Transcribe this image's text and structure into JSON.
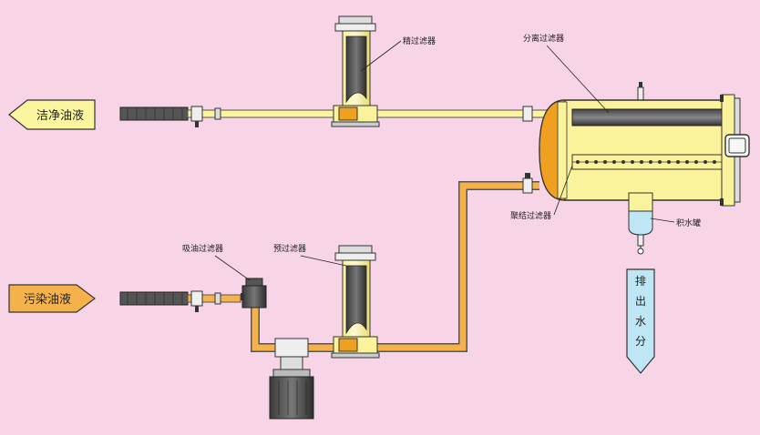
{
  "labels": {
    "clean_oil": "洁净油液",
    "dirty_oil": "污染油液",
    "fine_filter": "精过滤器",
    "separation_filter": "分离过滤器",
    "coalescing_filter": "聚结过滤器",
    "suction_filter": "吸油过滤器",
    "pre_filter": "预过滤器",
    "water_tank": "积水罐",
    "drain_water": [
      "排",
      "出",
      "水",
      "分"
    ]
  },
  "colors": {
    "background": "#f7d4e6",
    "clean_pipe": "#fbf5a0",
    "dirty_pipe": "#f5b24a",
    "vessel_yellow": "#fbf39b",
    "orange": "#f0a020",
    "filter_dark": "#555555",
    "water_blue": "#bfe6f5",
    "arrow_blue": "#bfe6f5"
  }
}
